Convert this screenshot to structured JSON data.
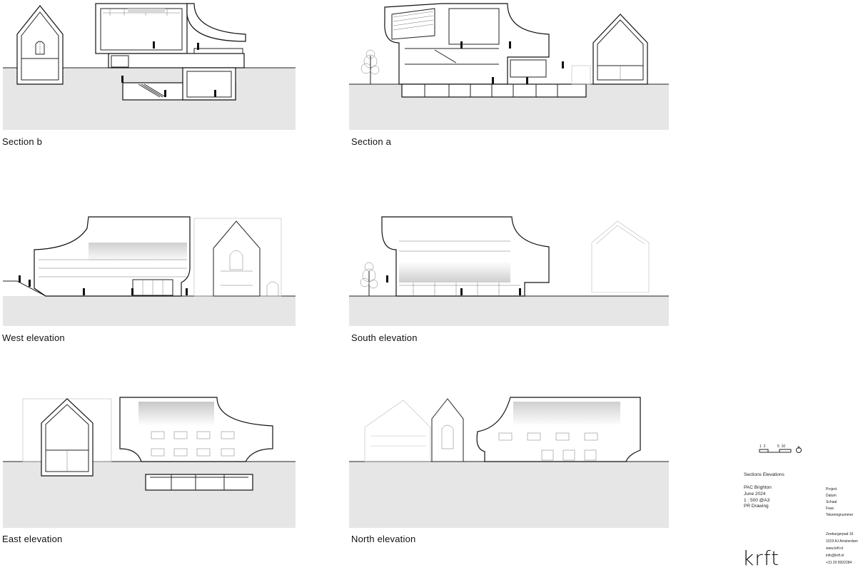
{
  "drawings": [
    {
      "id": "section-b",
      "caption": "Section b"
    },
    {
      "id": "section-a",
      "caption": "Section a"
    },
    {
      "id": "west-elevation",
      "caption": "West elevation"
    },
    {
      "id": "south-elevation",
      "caption": "South elevation"
    },
    {
      "id": "east-elevation",
      "caption": "East elevation"
    },
    {
      "id": "north-elevation",
      "caption": "North elevation"
    }
  ],
  "scale_bar": {
    "labels": [
      "1",
      "2",
      "5",
      "10"
    ]
  },
  "title_block": {
    "sheet_title": "Sections Elevations",
    "project": "PAC Brighton",
    "date": "June 2024",
    "scale": "1 : 500 @A3",
    "phase": "PR Drawing",
    "field_labels": [
      "Project",
      "Datum",
      "Schaal",
      "Fase",
      "Tekeningnummer"
    ],
    "address": [
      "Zeeburgerpad 16",
      "1019 AJ Amsterdam",
      "www.krft.nl",
      "info@krft.nl",
      "+31 20 8202284"
    ]
  },
  "logo": "krft"
}
